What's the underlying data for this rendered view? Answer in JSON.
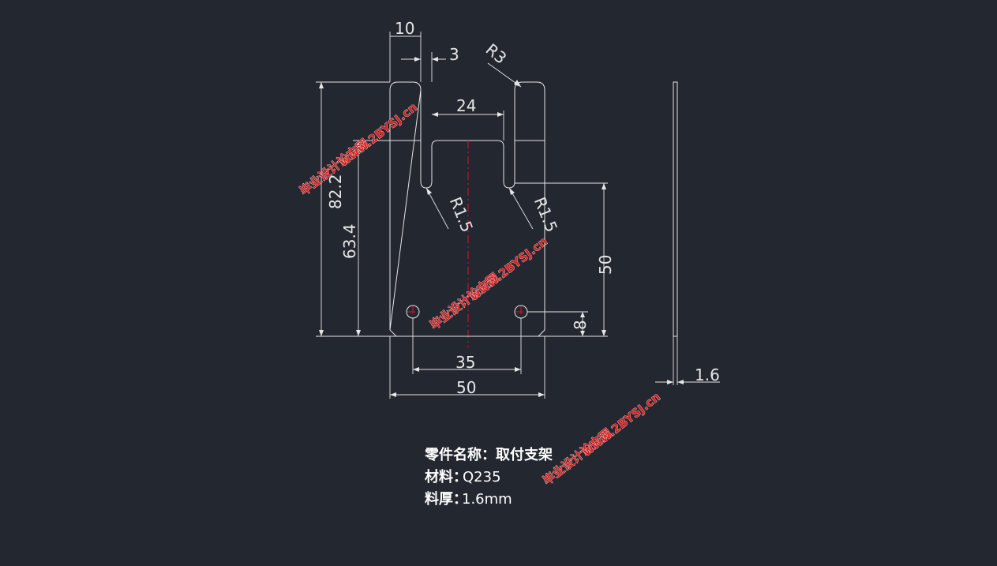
{
  "drawing": {
    "dimensions": {
      "slot_width": "10",
      "slot_gap": "3",
      "corner_radius": "R3",
      "inner_width": "24",
      "total_height": "82.2",
      "body_height": "63.4",
      "slot_radius_left": "R1.5",
      "slot_radius_right": "R1.5",
      "hole_height": "50",
      "hole_offset": "8",
      "hole_spacing": "35",
      "total_width": "50",
      "thickness": "1.6"
    },
    "notes": {
      "part_name_label": "零件名称：",
      "part_name_value": "取付支架",
      "material_label": "材料：",
      "material_value": "Q235",
      "thickness_label": "料厚：",
      "thickness_value": "1.6mm"
    },
    "watermark": {
      "line1": "毕业设计论文网",
      "line2": "www.2BYSJ.cn"
    },
    "colors": {
      "background": "#222730",
      "lines": "#e6e6e6",
      "centerline": "#c8102e",
      "watermark": "#d92020"
    }
  }
}
